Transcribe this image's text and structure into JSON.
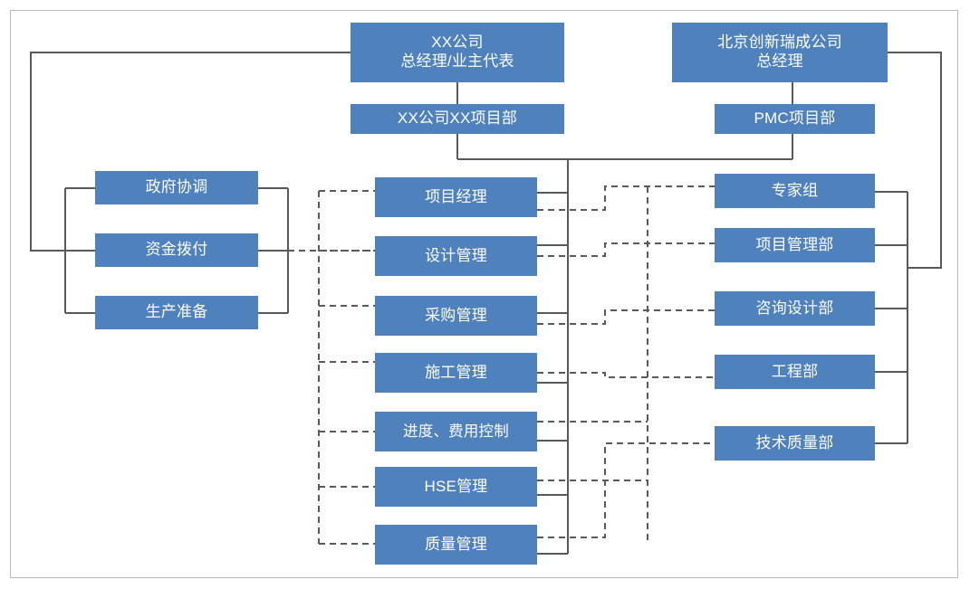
{
  "diagram": {
    "type": "organization-chart",
    "title": "",
    "theme": {
      "node_fill": "#4f81bd",
      "node_text": "#ffffff",
      "connector_solid": "#595959",
      "connector_dashed": "#595959",
      "frame_border": "#b9b9b9",
      "background": "#ffffff"
    }
  },
  "columns": {
    "owner_top": {
      "label": "owner-side",
      "nodes": [
        {
          "id": "owner-gm",
          "lines": [
            "XX公司",
            "总经理/业主代表"
          ]
        },
        {
          "id": "owner-project-dept",
          "lines": [
            "XX公司XX项目部"
          ]
        }
      ]
    },
    "pmc_top": {
      "label": "pmc-side",
      "nodes": [
        {
          "id": "pmc-gm",
          "lines": [
            "北京创新瑞成公司",
            "总经理"
          ]
        },
        {
          "id": "pmc-project-dept",
          "lines": [
            "PMC项目部"
          ]
        }
      ]
    },
    "owner_functions": {
      "label": "owner-functions",
      "nodes": [
        {
          "id": "gov-coordination",
          "lines": [
            "政府协调"
          ]
        },
        {
          "id": "fund-allocation",
          "lines": [
            "资金拨付"
          ]
        },
        {
          "id": "production-prep",
          "lines": [
            "生产准备"
          ]
        }
      ]
    },
    "project_functions": {
      "label": "project-functions",
      "nodes": [
        {
          "id": "project-manager",
          "lines": [
            "项目经理"
          ]
        },
        {
          "id": "design-management",
          "lines": [
            "设计管理"
          ]
        },
        {
          "id": "procurement-management",
          "lines": [
            "采购管理"
          ]
        },
        {
          "id": "construction-management",
          "lines": [
            "施工管理"
          ]
        },
        {
          "id": "schedule-cost-control",
          "lines": [
            "进度、费用控制"
          ]
        },
        {
          "id": "hse-management",
          "lines": [
            "HSE管理"
          ]
        },
        {
          "id": "quality-management",
          "lines": [
            "质量管理"
          ]
        }
      ]
    },
    "pmc_departments": {
      "label": "pmc-departments",
      "nodes": [
        {
          "id": "expert-group",
          "lines": [
            "专家组"
          ]
        },
        {
          "id": "project-management-dept",
          "lines": [
            "项目管理部"
          ]
        },
        {
          "id": "consulting-design-dept",
          "lines": [
            "咨询设计部"
          ]
        },
        {
          "id": "engineering-dept",
          "lines": [
            "工程部"
          ]
        },
        {
          "id": "technical-quality-dept",
          "lines": [
            "技术质量部"
          ]
        }
      ]
    }
  }
}
